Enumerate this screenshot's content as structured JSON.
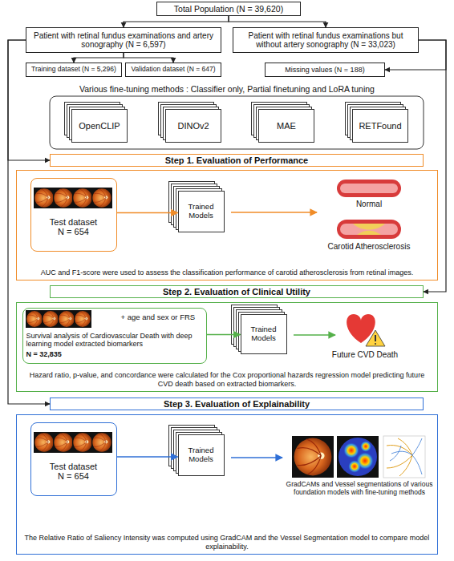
{
  "diagram": {
    "nodes": [
      {
        "text": [
          "Total Population (N = 39,620)"
        ]
      },
      {
        "text": [
          "Patient with retinal fundus examinations and artery sonography (N = 6,597)"
        ]
      },
      {
        "text": [
          "Patient with retinal fundus examinations but without artery sonography (N = 33,023)"
        ]
      },
      {
        "text": [
          "Training dataset (N = 5,296)"
        ]
      },
      {
        "text": [
          "Validation dataset (N = 647)"
        ]
      },
      {
        "text": [
          "Missing values (N = 188)"
        ]
      },
      {
        "text": [
          "OpenCLIP"
        ]
      },
      {
        "text": [
          "DINOv2"
        ]
      },
      {
        "text": [
          "MAE"
        ]
      },
      {
        "text": [
          "RETFound"
        ]
      },
      {
        "text": [
          "Step 1. Evaluation of Performance"
        ]
      },
      {
        "text": [
          "AUC and F1-score were used to assess the classification performance of carotid atherosclerosis from retinal images."
        ]
      },
      {
        "text": [
          "Test dataset N = 654"
        ],
        "in": 11
      },
      {
        "text": [
          "Trained Models"
        ],
        "in": 11
      },
      {
        "text": [
          "Step 2. Evaluation of Clinical Utility"
        ]
      },
      {
        "text": [
          "Hazard ratio, p-value, and concordance were calculated for the Cox proportional hazards regression model predicting future CVD death based on extracted biomarkers."
        ]
      },
      {
        "text": [
          "+ age and sex or FRS",
          "Survival analysis of Cardiovascular Death with deep learning model extracted biomarkers",
          "N = 32,835"
        ],
        "in": 15
      },
      {
        "text": [
          "Trained Models"
        ],
        "in": 15
      },
      {
        "text": [
          "Step 3. Evaluation of Explainability"
        ]
      },
      {
        "text": [
          "The Relative Ratio of Saliency Intensity was computed using GradCAM and the Vessel Segmentation model to compare model explainability."
        ]
      },
      {
        "text": [
          "Test dataset N = 654"
        ],
        "in": 19
      },
      {
        "text": [
          "Trained Models"
        ],
        "in": 19
      }
    ],
    "edges": [
      {
        "from": 0,
        "to": 1,
        "arrow": "to"
      },
      {
        "from": 0,
        "to": 2,
        "arrow": "to"
      },
      {
        "from": 1,
        "to": 3,
        "arrow": "to"
      },
      {
        "from": 1,
        "to": 4,
        "arrow": "to"
      },
      {
        "from": 2,
        "to": 5,
        "arrow": "to"
      },
      {
        "from": 1,
        "to": 10,
        "arrow": "to"
      },
      {
        "from": 1,
        "to": 18,
        "arrow": "to"
      },
      {
        "from": 2,
        "to": 14,
        "arrow": "to"
      },
      {
        "from": 12,
        "to": 13,
        "arrow": "to"
      },
      {
        "from": 16,
        "to": 17,
        "arrow": "to"
      },
      {
        "from": 20,
        "to": 21,
        "arrow": "to"
      }
    ],
    "labels": [
      "Various fine-tuning methods : Classifier only, Partial finetuning and LoRA tuning",
      "Normal",
      "Carotid Atherosclerosis",
      "Future CVD Death",
      "GradCAMs and Vessel segmentations of various foundation models with fine-tuning methods"
    ]
  }
}
